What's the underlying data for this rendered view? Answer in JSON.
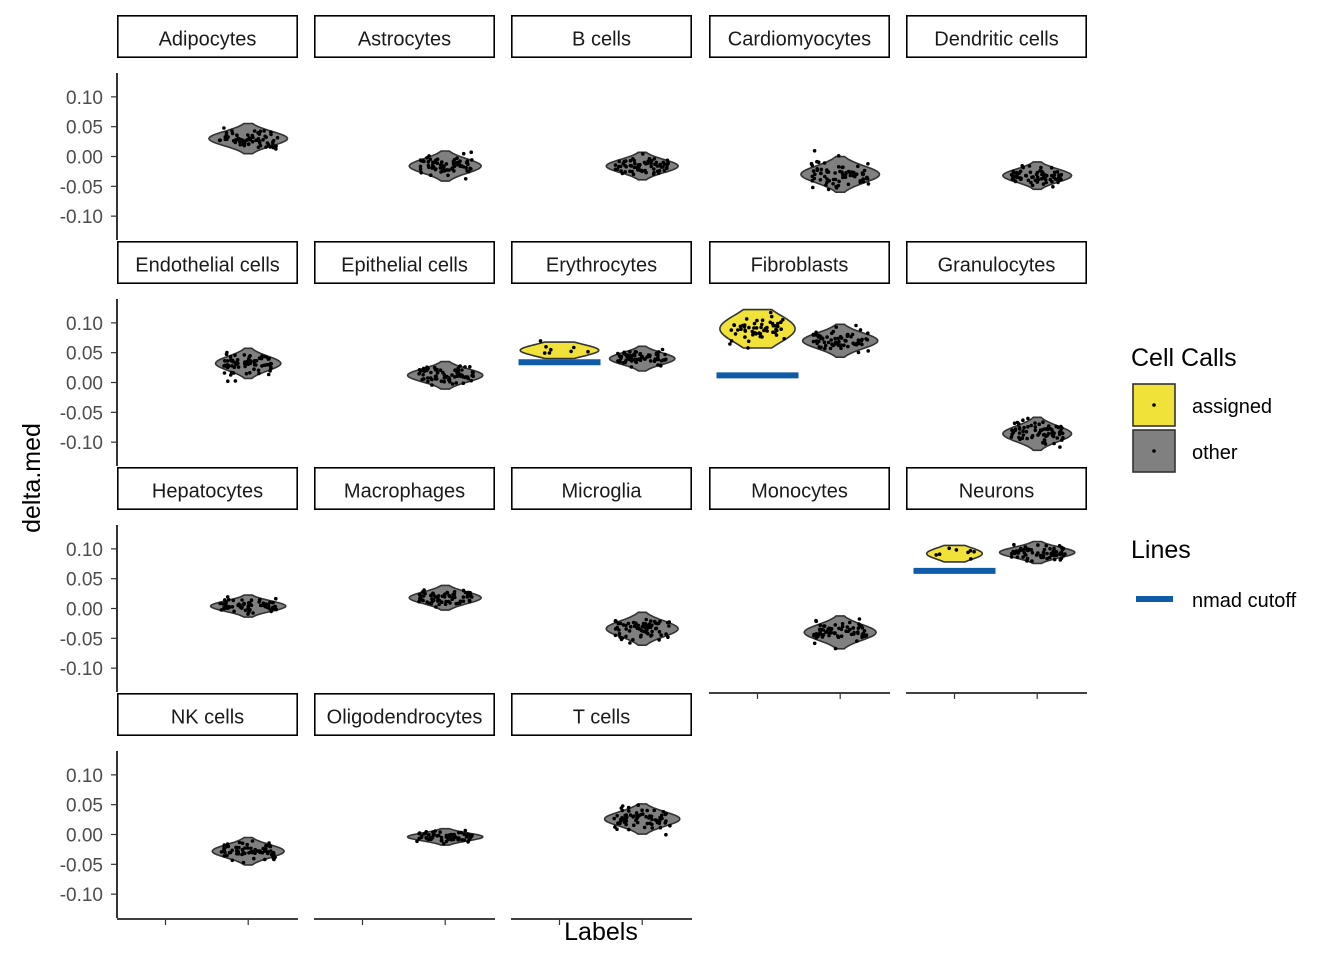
{
  "chart_data": {
    "type": "violin",
    "xlabel": "Labels",
    "ylabel": "delta.med",
    "ylim": [
      -0.14,
      0.14
    ],
    "yticks": [
      0.1,
      0.05,
      0.0,
      -0.05,
      -0.1
    ],
    "ytick_labels": [
      "0.10",
      "0.05",
      "0.00",
      "-0.05",
      "-0.10"
    ],
    "x_positions": [
      "assigned",
      "other"
    ],
    "layout": {
      "rows": 4,
      "cols": 5
    },
    "colors": {
      "assigned": "#F1E23A",
      "other": "#808080",
      "cutoff": "#0F5BA7"
    },
    "legend": {
      "fill_title": "Cell Calls",
      "fill_items": [
        {
          "label": "assigned",
          "color": "#F1E23A"
        },
        {
          "label": "other",
          "color": "#808080"
        }
      ],
      "line_title": "Lines",
      "line_items": [
        {
          "label": "nmad cutoff",
          "color": "#0F5BA7"
        }
      ],
      "placement": "right"
    },
    "panels": [
      {
        "label": "Adipocytes",
        "other": {
          "center": 0.03,
          "spread": 0.022,
          "halfwidth": 0.48
        }
      },
      {
        "label": "Astrocytes",
        "other": {
          "center": -0.016,
          "spread": 0.022,
          "halfwidth": 0.44
        }
      },
      {
        "label": "B cells",
        "other": {
          "center": -0.016,
          "spread": 0.02,
          "halfwidth": 0.44
        }
      },
      {
        "label": "Cardiomyocytes",
        "other": {
          "center": -0.03,
          "spread": 0.026,
          "halfwidth": 0.48
        }
      },
      {
        "label": "Dendritic cells",
        "other": {
          "center": -0.032,
          "spread": 0.02,
          "halfwidth": 0.42
        }
      },
      {
        "label": "Endothelial cells",
        "other": {
          "center": 0.032,
          "spread": 0.022,
          "halfwidth": 0.4
        }
      },
      {
        "label": "Epithelial cells",
        "other": {
          "center": 0.012,
          "spread": 0.02,
          "halfwidth": 0.46
        }
      },
      {
        "label": "Erythrocytes",
        "cutoff": 0.034,
        "assigned": {
          "center": 0.054,
          "spread": 0.012,
          "halfwidth": 0.48
        },
        "other": {
          "center": 0.04,
          "spread": 0.018,
          "halfwidth": 0.4
        }
      },
      {
        "label": "Fibroblasts",
        "cutoff": 0.012,
        "assigned": {
          "center": 0.09,
          "spread": 0.028,
          "halfwidth": 0.46
        },
        "other": {
          "center": 0.07,
          "spread": 0.024,
          "halfwidth": 0.46
        }
      },
      {
        "label": "Granulocytes",
        "other": {
          "center": -0.086,
          "spread": 0.024,
          "halfwidth": 0.42
        }
      },
      {
        "label": "Hepatocytes",
        "other": {
          "center": 0.004,
          "spread": 0.016,
          "halfwidth": 0.46
        }
      },
      {
        "label": "Macrophages",
        "other": {
          "center": 0.018,
          "spread": 0.018,
          "halfwidth": 0.44
        }
      },
      {
        "label": "Microglia",
        "other": {
          "center": -0.034,
          "spread": 0.024,
          "halfwidth": 0.44
        }
      },
      {
        "label": "Monocytes",
        "other": {
          "center": -0.04,
          "spread": 0.024,
          "halfwidth": 0.44
        }
      },
      {
        "label": "Neurons",
        "cutoff": 0.063,
        "assigned": {
          "center": 0.092,
          "spread": 0.012,
          "halfwidth": 0.34
        },
        "other": {
          "center": 0.094,
          "spread": 0.016,
          "halfwidth": 0.46
        }
      },
      {
        "label": "NK cells",
        "other": {
          "center": -0.028,
          "spread": 0.02,
          "halfwidth": 0.44
        }
      },
      {
        "label": "Oligodendrocytes",
        "other": {
          "center": -0.004,
          "spread": 0.012,
          "halfwidth": 0.46
        }
      },
      {
        "label": "T cells",
        "other": {
          "center": 0.026,
          "spread": 0.022,
          "halfwidth": 0.46
        }
      }
    ]
  }
}
